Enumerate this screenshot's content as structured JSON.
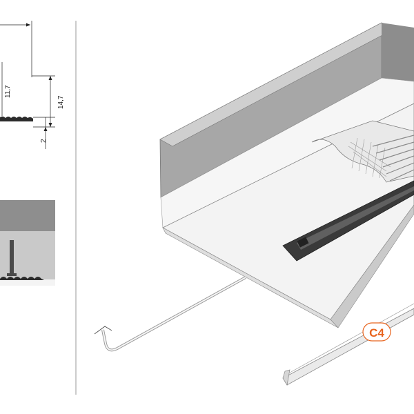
{
  "dimensions": {
    "inner_height": "11,7",
    "total_height": "14,7",
    "base_thickness": "2"
  },
  "badge": {
    "label": "C4"
  },
  "colors": {
    "accent": "#e8641e",
    "wall": "#a7a7a7",
    "floor": "#f3f3f3",
    "channel": "#3a3a3a",
    "section_dark": "#8e8e8e",
    "section_light": "#c9c9c9"
  }
}
